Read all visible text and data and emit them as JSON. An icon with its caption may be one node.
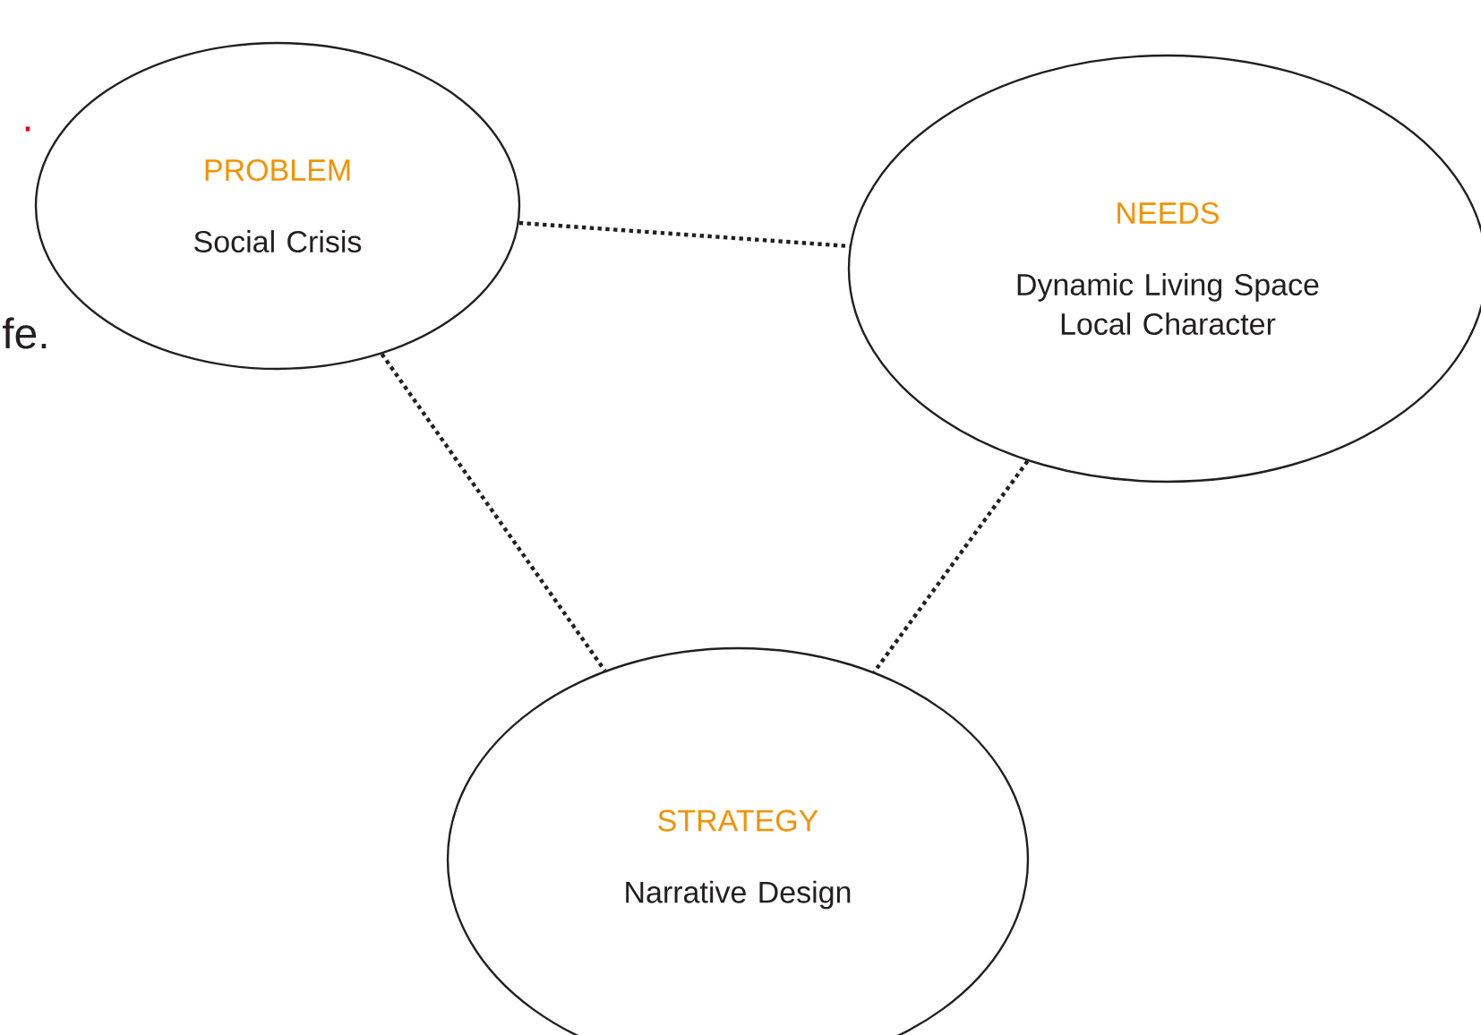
{
  "diagram": {
    "nodes": [
      {
        "text": [
          "PROBLEM",
          "Social Crisis"
        ]
      },
      {
        "text": [
          "NEEDS",
          "Dynamic Living Space Local Character"
        ]
      },
      {
        "text": [
          "STRATEGY",
          "Narrative Design"
        ]
      }
    ],
    "edges": [
      {
        "from": 0,
        "to": 1,
        "arrow": "none"
      },
      {
        "from": 0,
        "to": 2,
        "arrow": "none"
      },
      {
        "from": 1,
        "to": 2,
        "arrow": "none"
      }
    ],
    "labels": [
      ".",
      "fe."
    ]
  }
}
